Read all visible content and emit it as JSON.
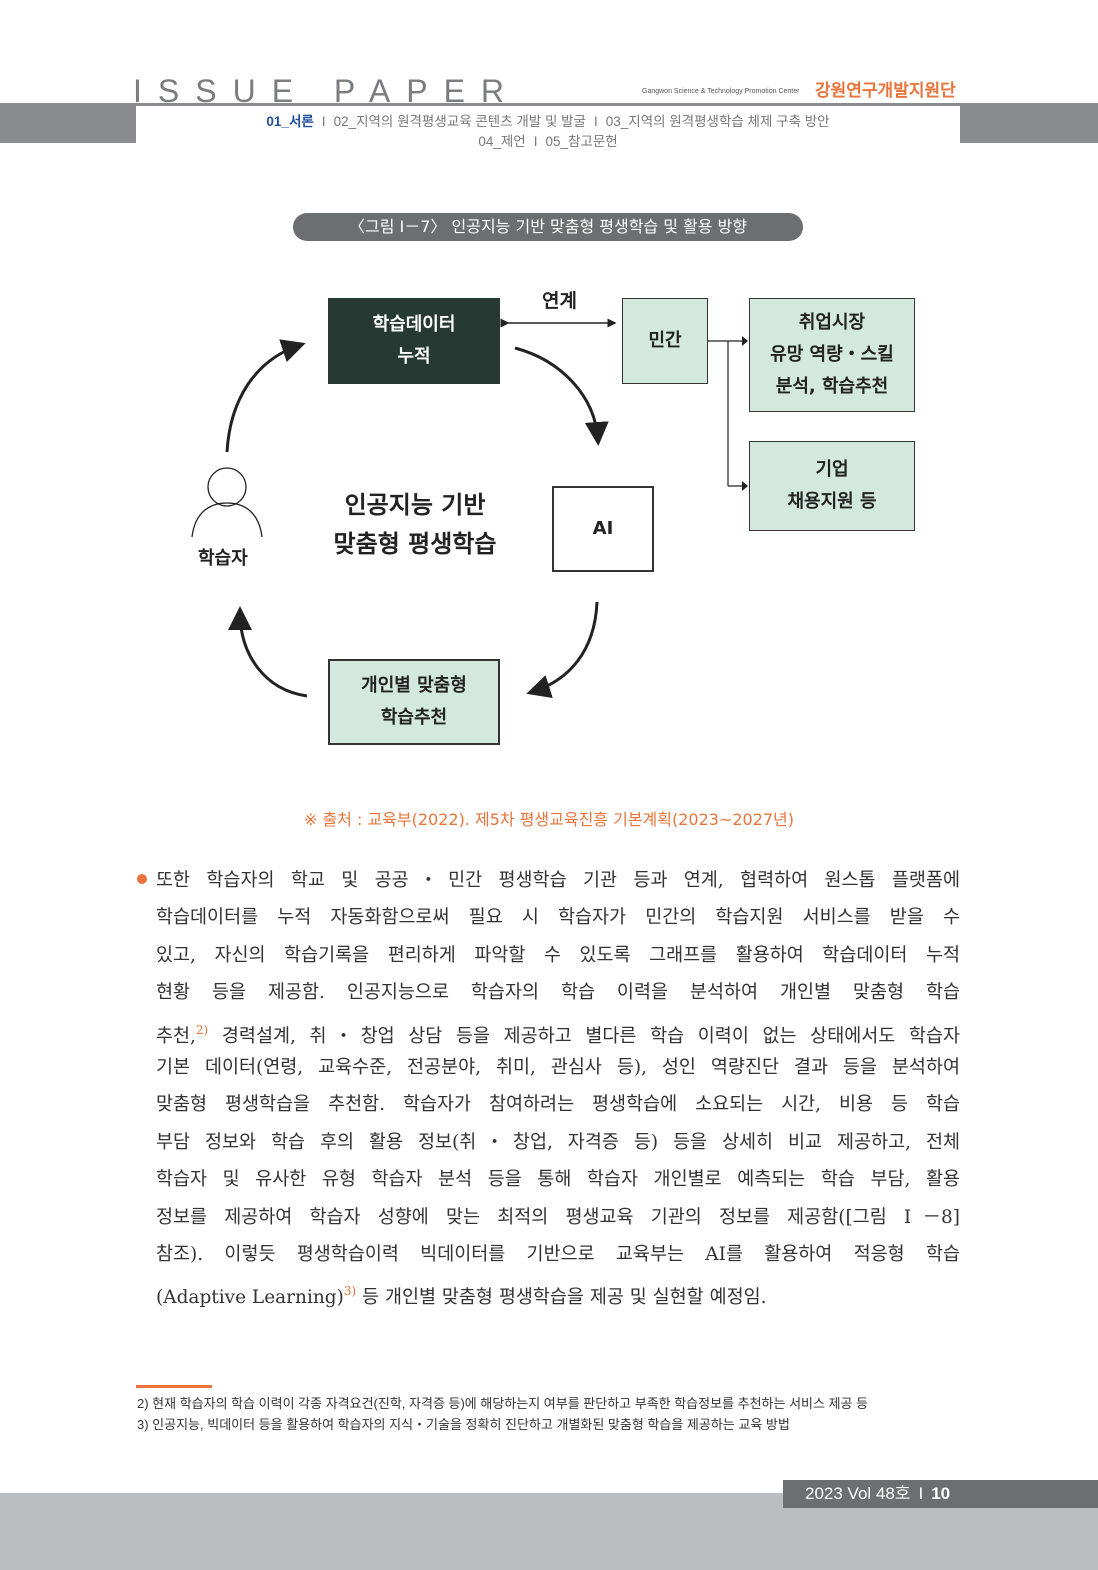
{
  "header": {
    "brand": "ISSUE PAPER",
    "org_en": "Gangwon Science & Technology Promotion Center",
    "org_ko": "강원연구개발지원단"
  },
  "nav": {
    "items": [
      "01_서론",
      "02_지역의 원격평생교육 콘텐츠 개발 및 발굴",
      "03_지역의 원격평생학습 체제 구축 방안",
      "04_제언",
      "05_참고문헌"
    ],
    "sep": "I"
  },
  "figure": {
    "caption": "〈그림 Ⅰ－7〉 인공지능 기반 맞춤형 평생학습 및 활용 방향",
    "data_box": [
      "학습데이터",
      "누적"
    ],
    "link_label": "연계",
    "private": "민간",
    "job_box": [
      "취업시장",
      "유망 역량・스킬",
      "분석, 학습추천"
    ],
    "corp_box": [
      "기업",
      "채용지원 등"
    ],
    "ai": "AI",
    "center": [
      "인공지능 기반",
      "맞춤형 평생학습"
    ],
    "learner": "학습자",
    "rec_box": [
      "개인별 맞춤형",
      "학습추천"
    ]
  },
  "source": "※ 출처 : 교육부(2022). 제5차 평생교육진흥 기본계획(2023~2027년)",
  "body": [
    {
      "t": "또한 학습자의 학교 및 공공・민간 평생학습 기관 등과 연계, 협력하여 원스톱 플랫폼에"
    },
    {
      "t": "학습데이터를 누적 자동화함으로써 필요 시 학습자가 민간의 학습지원 서비스를 받을 수"
    },
    {
      "t": "있고, 자신의 학습기록을 편리하게 파악할 수 있도록 그래프를 활용하여 학습데이터 누적"
    },
    {
      "t": "현황 등을 제공함. 인공지능으로 학습자의 학습 이력을 분석하여 개인별 맞춤형 학습"
    },
    {
      "t": "추천,",
      "sup": "2)",
      "post": " 경력설계, 취・창업 상담 등을 제공하고 별다른 학습 이력이 없는 상태에서도 학습자"
    },
    {
      "t": "기본 데이터(연령, 교육수준, 전공분야, 취미, 관심사 등), 성인 역량진단 결과 등을 분석하여"
    },
    {
      "t": "맞춤형 평생학습을 추천함. 학습자가 참여하려는 평생학습에 소요되는 시간, 비용 등 학습"
    },
    {
      "t": "부담 정보와 학습 후의 활용 정보(취・창업, 자격증 등) 등을 상세히 비교 제공하고, 전체"
    },
    {
      "t": "학습자 및 유사한 유형 학습자 분석 등을 통해 학습자 개인별로 예측되는 학습 부담, 활용"
    },
    {
      "t": "정보를 제공하여 학습자 성향에 맞는 최적의 평생교육 기관의 정보를 제공함([그림 Ⅰ－8]"
    },
    {
      "t": "참조). 이렇듯 평생학습이력 빅데이터를 기반으로 교육부는 AI를 활용하여 적응형 학습"
    },
    {
      "t": "(Adaptive Learning)",
      "sup": "3)",
      "post": " 등 개인별 맞춤형 평생학습을 제공 및 실현할 예정임."
    }
  ],
  "footnotes": [
    "2) 현재 학습자의 학습 이력이 각종 자격요건(진학, 자격증 등)에 해당하는지 여부를 판단하고 부족한 학습정보를 추천하는 서비스 제공 등",
    "3) 인공지능, 빅데이터 등을 활용하여 학습자의 지식・기술을 정확히 진단하고 개별화된 맞춤형 학습을 제공하는 교육 방법"
  ],
  "footer": {
    "issue": "2023 Vol 48호",
    "sep": "I",
    "page": "10"
  }
}
